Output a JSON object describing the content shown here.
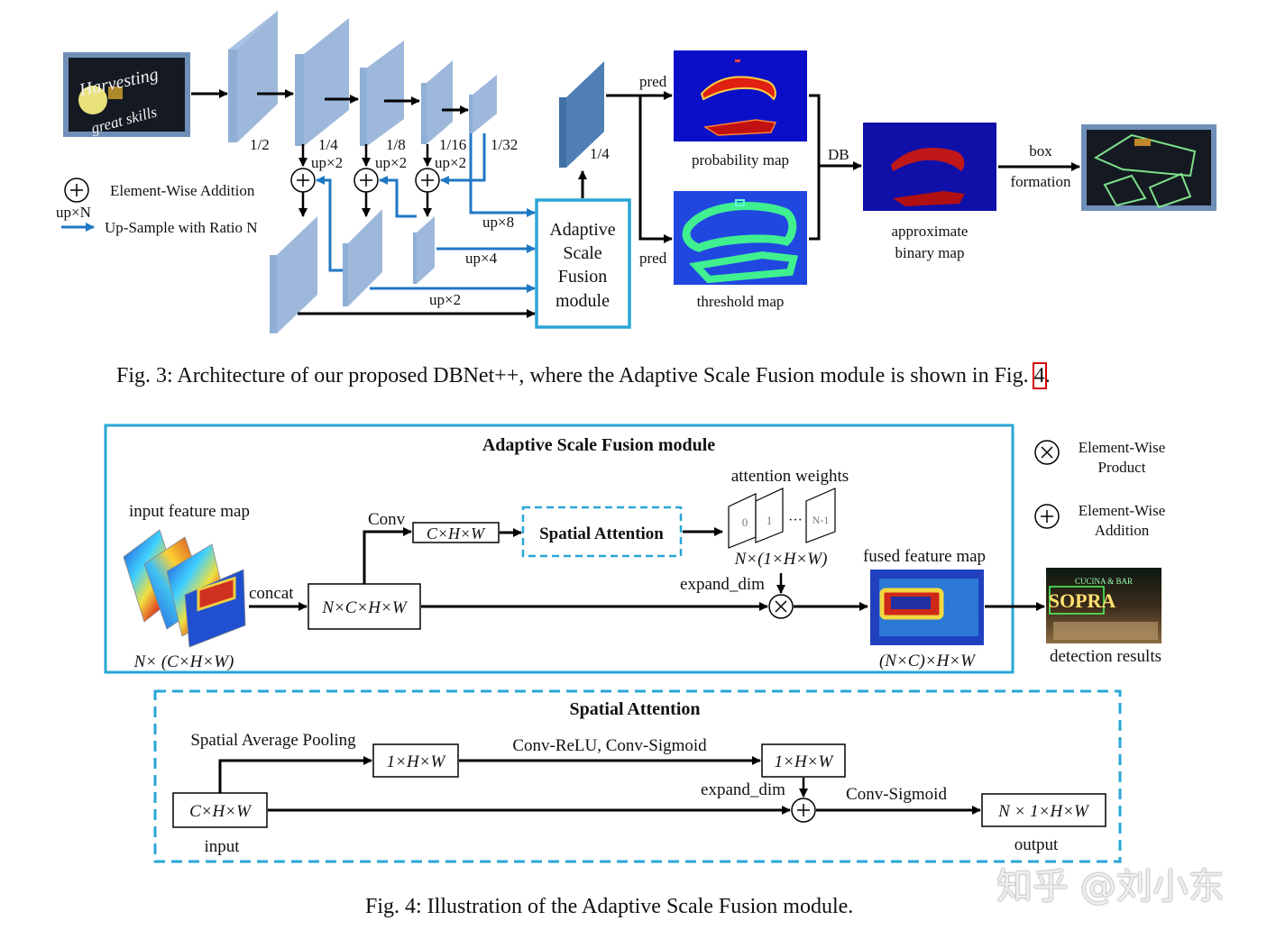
{
  "fig3": {
    "scales": [
      "1/2",
      "1/4",
      "1/8",
      "1/16",
      "1/32"
    ],
    "up_labels": [
      "up×2",
      "up×2",
      "up×2"
    ],
    "legend_add": "Element-Wise Addition",
    "legend_up_symbol": "up×N",
    "legend_up": "Up-Sample with Ratio N",
    "asf_up8": "up×8",
    "asf_up4": "up×4",
    "asf_up2": "up×2",
    "asf_lines": [
      "Adaptive",
      "Scale",
      "Fusion",
      "module"
    ],
    "asf_out_scale": "1/4",
    "pred_top": "pred",
    "pred_bottom": "pred",
    "prob_label": "probability map",
    "thresh_label": "threshold map",
    "db_label": "DB",
    "binary_lines": [
      "approximate",
      "binary map"
    ],
    "box_lines": [
      "box",
      "formation"
    ],
    "input_text_lines": [
      "Harvesting",
      "great skills"
    ],
    "caption_text": "Fig. 3: Architecture of our proposed DBNet++, where the Adaptive Scale Fusion module is shown in Fig. ",
    "caption_ref": "4",
    "caption_end": "."
  },
  "fig4": {
    "asf_title": "Adaptive Scale Fusion module",
    "input_feature_label": "input feature map",
    "input_feature_shape": "N× (C×H×W)",
    "concat_label": "concat",
    "nchw_box": "N×C×H×W",
    "conv_label": "Conv",
    "chw_box": "C×H×W",
    "sa_box": "Spatial Attention",
    "attention_label": "attention weights",
    "attention_cards": [
      "0",
      "1",
      "N-1"
    ],
    "attention_dots": "···",
    "attention_shape": "N×(1×H×W)",
    "expand_dim_1": "expand_dim",
    "fused_label": "fused feature map",
    "fused_shape": "(N×C)×H×W",
    "detection_label": "detection results",
    "detection_sign": "SOPRA",
    "detection_small": "CUCINA & BAR",
    "legend_product": [
      "Element-Wise",
      "Product"
    ],
    "legend_addition": [
      "Element-Wise",
      "Addition"
    ],
    "sa_title": "Spatial Attention",
    "sap_label": "Spatial Average Pooling",
    "sa_input_box": "C×H×W",
    "sa_input_label": "input",
    "sa_1hw_box": "1×H×W",
    "conv_relu_label": "Conv-ReLU, Conv-Sigmoid",
    "sa_1hw_box2": "1×H×W",
    "expand_dim_2": "expand_dim",
    "conv_sigmoid_label": "Conv-Sigmoid",
    "sa_output_box": "N × 1×H×W",
    "sa_output_label": "output",
    "caption_text": "Fig. 4: Illustration of the Adaptive Scale Fusion module."
  },
  "watermark": "知乎 @刘小东",
  "colors": {
    "feature_blue": "#9db8db",
    "deep_blue": "#4f7fb5",
    "arrow_blue": "#1f77c4",
    "asf_border": "#2aa6d6",
    "dashed_border": "#2aa6d6",
    "heat_dark": "#1a1ab5",
    "ref_red": "#d40000"
  }
}
